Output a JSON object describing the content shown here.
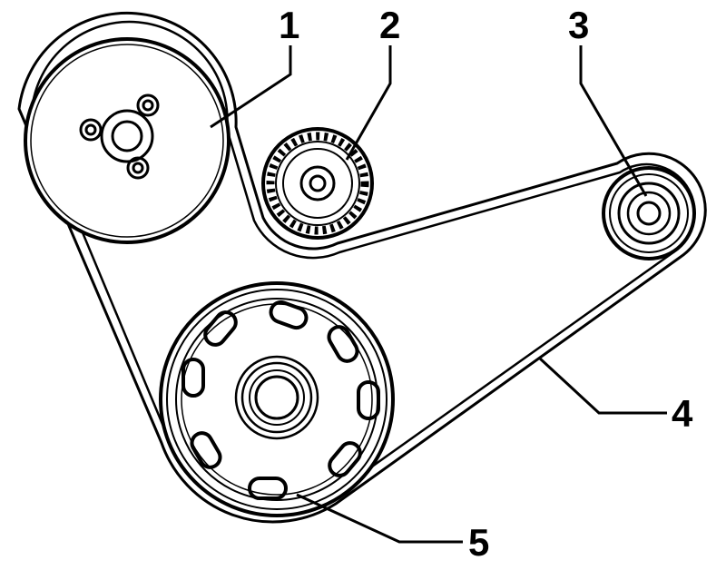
{
  "diagram": {
    "callouts": [
      {
        "id": "1",
        "label": "1"
      },
      {
        "id": "2",
        "label": "2"
      },
      {
        "id": "3",
        "label": "3"
      },
      {
        "id": "4",
        "label": "4"
      },
      {
        "id": "5",
        "label": "5"
      }
    ]
  },
  "colors": {
    "line": "#000000",
    "background": "#ffffff"
  }
}
